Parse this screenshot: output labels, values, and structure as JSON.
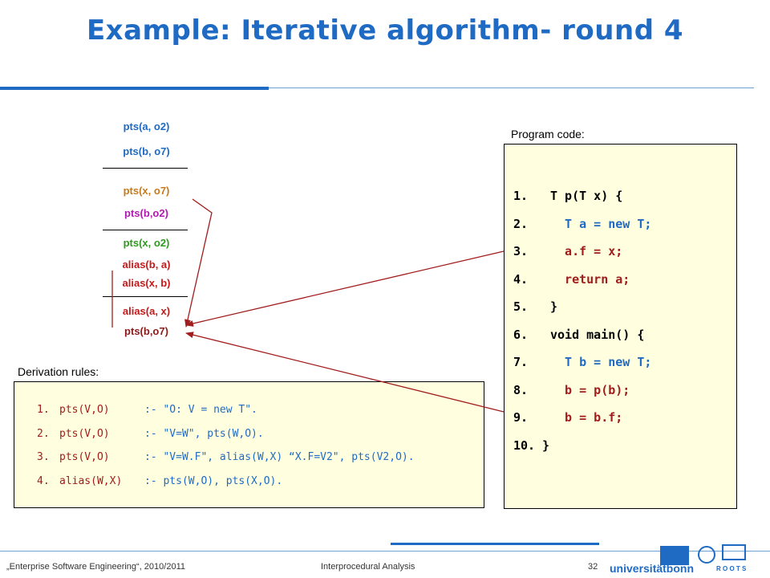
{
  "title": "Example: Iterative algorithm- round 4",
  "colors": {
    "blue": "#1f6bc4",
    "red": "#a11c1c",
    "orange": "#c87a1a",
    "magenta": "#b01ab0",
    "green": "#2e9a1e",
    "darkred": "#8b1a1a",
    "box": "#ffffe0"
  },
  "facts": {
    "f1": "pts(a, o2)",
    "f2": "pts(b, o7)",
    "f3": "pts(x, o7)",
    "f4": "pts(b,o2)",
    "f5": "pts(x, o2)",
    "f6": "alias(b, a)",
    "f7": "alias(x, b)",
    "f8": "alias(a, x)",
    "f9": "pts(b,o7)"
  },
  "program": {
    "label": "Program code:",
    "lines": [
      {
        "n": "1.",
        "code": "T p(T x) {"
      },
      {
        "n": "2.",
        "code": "T a = new T;"
      },
      {
        "n": "3.",
        "code": "a.f = x;"
      },
      {
        "n": "4.",
        "code": "return a;"
      },
      {
        "n": "5.",
        "code": "}"
      },
      {
        "n": "6.",
        "code": "void main() {"
      },
      {
        "n": "7.",
        "code": "T b = new T;"
      },
      {
        "n": "8.",
        "code": "b = p(b);"
      },
      {
        "n": "9.",
        "code": "b = b.f;"
      },
      {
        "n": "10.",
        "code": "}"
      }
    ]
  },
  "rules": {
    "label": "Derivation rules:",
    "lines": [
      {
        "n": "1.",
        "head": "pts(V,O)",
        "body": ":- \"O: V = new T\"."
      },
      {
        "n": "2.",
        "head": "pts(V,O)",
        "body": ":- \"V=W\", pts(W,O)."
      },
      {
        "n": "3.",
        "head": "pts(V,O)",
        "body": ":- \"V=W.F\", alias(W,X) “X.F=V2\", pts(V2,O)."
      },
      {
        "n": "4.",
        "head": "alias(W,X)",
        "body": ":- pts(W,O), pts(X,O)."
      }
    ]
  },
  "footer": {
    "left": "„Enterprise Software Engineering“, 2010/2011",
    "center": "Interprocedural Analysis",
    "page": "32",
    "logo1": "universitätbonn",
    "logo2": "R O O T S"
  }
}
